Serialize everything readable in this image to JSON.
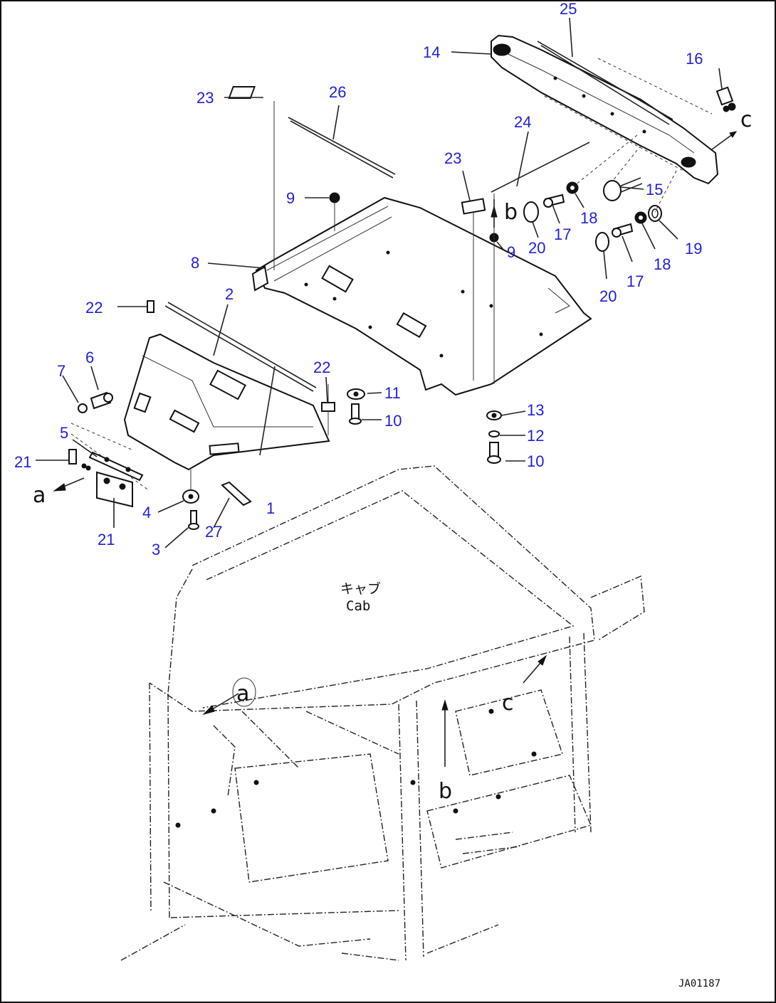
{
  "callouts": [
    {
      "id": "c1",
      "label": "1"
    },
    {
      "id": "c2",
      "label": "2"
    },
    {
      "id": "c3",
      "label": "3"
    },
    {
      "id": "c4",
      "label": "4"
    },
    {
      "id": "c5",
      "label": "5"
    },
    {
      "id": "c6",
      "label": "6"
    },
    {
      "id": "c7",
      "label": "7"
    },
    {
      "id": "c8",
      "label": "8"
    },
    {
      "id": "c9a",
      "label": "9"
    },
    {
      "id": "c9b",
      "label": "9"
    },
    {
      "id": "c10a",
      "label": "10"
    },
    {
      "id": "c10b",
      "label": "10"
    },
    {
      "id": "c11",
      "label": "11"
    },
    {
      "id": "c12",
      "label": "12"
    },
    {
      "id": "c13",
      "label": "13"
    },
    {
      "id": "c14",
      "label": "14"
    },
    {
      "id": "c15",
      "label": "15"
    },
    {
      "id": "c16",
      "label": "16"
    },
    {
      "id": "c17a",
      "label": "17"
    },
    {
      "id": "c17b",
      "label": "17"
    },
    {
      "id": "c18a",
      "label": "18"
    },
    {
      "id": "c18b",
      "label": "18"
    },
    {
      "id": "c19",
      "label": "19"
    },
    {
      "id": "c20a",
      "label": "20"
    },
    {
      "id": "c20b",
      "label": "20"
    },
    {
      "id": "c21a",
      "label": "21"
    },
    {
      "id": "c21b",
      "label": "21"
    },
    {
      "id": "c22a",
      "label": "22"
    },
    {
      "id": "c22b",
      "label": "22"
    },
    {
      "id": "c23a",
      "label": "23"
    },
    {
      "id": "c23b",
      "label": "23"
    },
    {
      "id": "c24",
      "label": "24"
    },
    {
      "id": "c25",
      "label": "25"
    },
    {
      "id": "c26",
      "label": "26"
    },
    {
      "id": "c27",
      "label": "27"
    }
  ],
  "refs": {
    "a_top": "a",
    "a_frame": "a",
    "b_top": "b",
    "b_frame": "b",
    "c_top": "c",
    "c_frame": "c"
  },
  "cab_label_ja": "キャブ",
  "cab_label_en": "Cab",
  "drawing_code": "JA01187"
}
